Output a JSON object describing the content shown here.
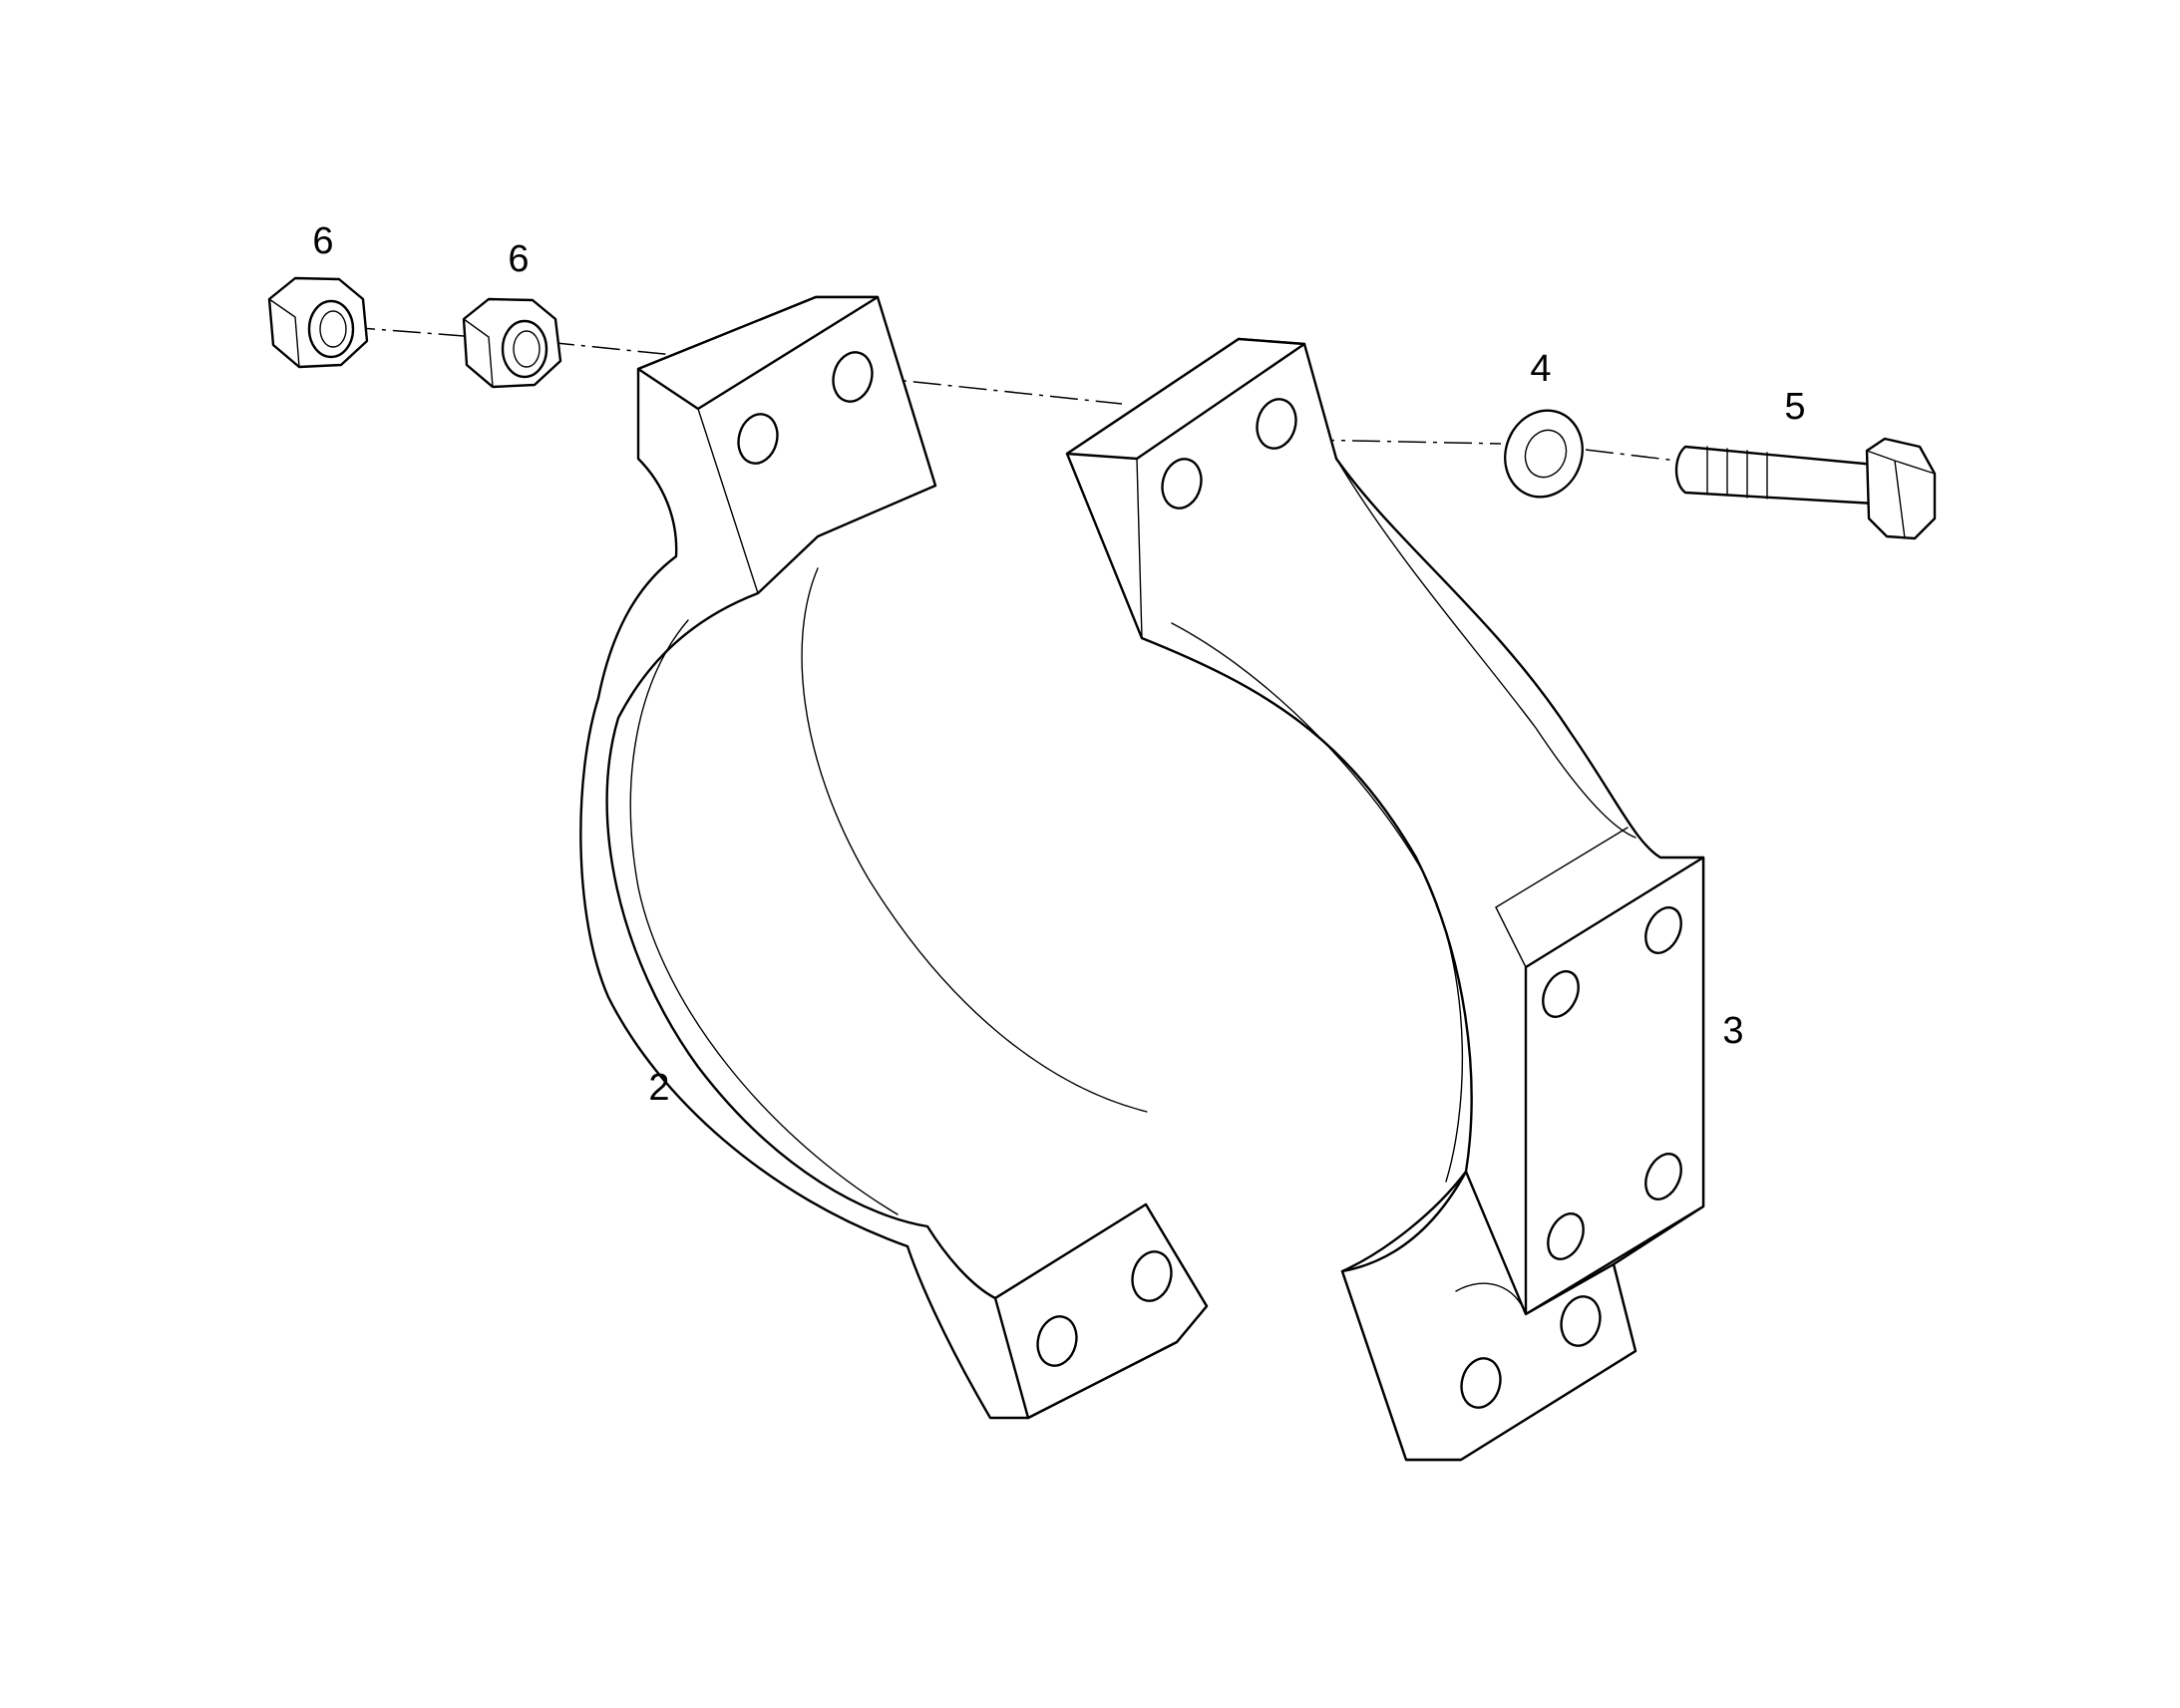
{
  "callouts": {
    "nut_left": "6",
    "nut_right": "6",
    "washer": "4",
    "bolt": "5",
    "clamp_half_left": "2",
    "clamp_half_right": "3"
  },
  "colors": {
    "line": "#000000",
    "background": "#ffffff"
  }
}
